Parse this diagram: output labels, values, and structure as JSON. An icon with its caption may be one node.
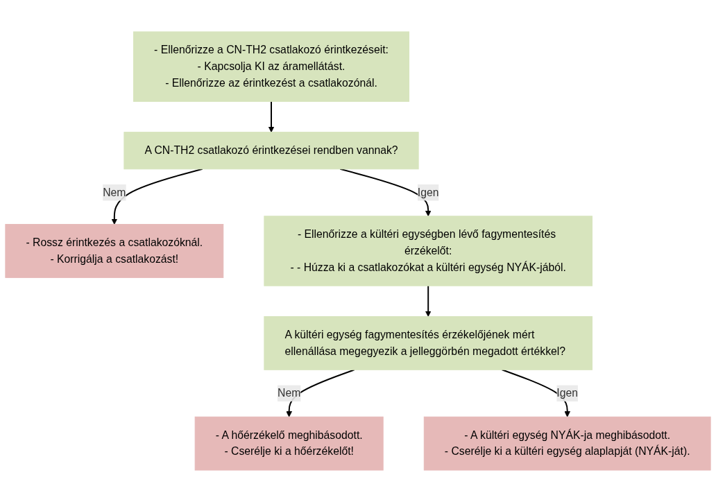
{
  "diagram": {
    "nodes": [
      {
        "text": [
          "- Ellenőrizze a CN-TH2 csatlakozó érintkezéseit:",
          "- Kapcsolja KI az áramellátást.",
          "- Ellenőrizze az érintkezést a csatlakozónál."
        ]
      },
      {
        "text": [
          "A CN-TH2 csatlakozó érintkezései rendben vannak?"
        ]
      },
      {
        "text": [
          "- Rossz érintkezés a csatlakozóknál.",
          "- Korrigálja a csatlakozást!"
        ]
      },
      {
        "text": [
          "- Ellenőrizze a kültéri egységben lévő fagymentesítés érzékelőt:",
          "- - Húzza ki a csatlakozókat a kültéri egység NYÁK-jából."
        ]
      },
      {
        "text": [
          "A kültéri egység fagymentesítés érzékelőjének mért ellenállása megegyezik a jelleggörbén megadott értékkel?"
        ]
      },
      {
        "text": [
          "- A hőérzékelő meghibásodott.",
          "- Cserélje ki a hőérzékelőt!"
        ]
      },
      {
        "text": [
          "- A kültéri egység NYÁK-ja meghibásodott.",
          "- Cserélje ki a kültéri egység alaplapját (NYÁK-ját)."
        ]
      }
    ],
    "edges": [
      {
        "from": 0,
        "to": 1,
        "arrow": "to"
      },
      {
        "from": 1,
        "to": 2,
        "label": "Nem",
        "arrow": "to"
      },
      {
        "from": 1,
        "to": 3,
        "label": "Igen",
        "arrow": "to"
      },
      {
        "from": 3,
        "to": 4,
        "arrow": "to"
      },
      {
        "from": 4,
        "to": 5,
        "label": "Nem",
        "arrow": "to"
      },
      {
        "from": 4,
        "to": 6,
        "label": "Igen",
        "arrow": "to"
      }
    ]
  }
}
